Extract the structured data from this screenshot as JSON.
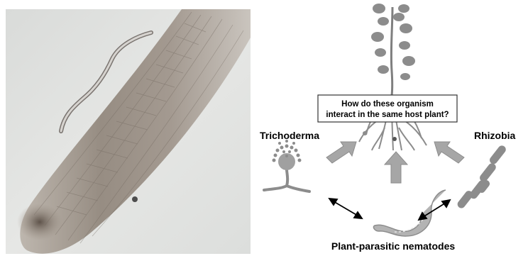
{
  "diagram": {
    "question_line1": "How do these organism",
    "question_line2": "interact in the same host plant?",
    "label_trichoderma": "Trichoderma",
    "label_rhizobia": "Rhizobia",
    "label_nematodes": "Plant-parasitic nematodes"
  },
  "colors": {
    "photo_background": "#e3e4e2",
    "root_tissue": "#9a8f84",
    "organism_gray": "#8c8c8c",
    "arrow_gray": "#a6a6a6",
    "text": "#000000"
  }
}
